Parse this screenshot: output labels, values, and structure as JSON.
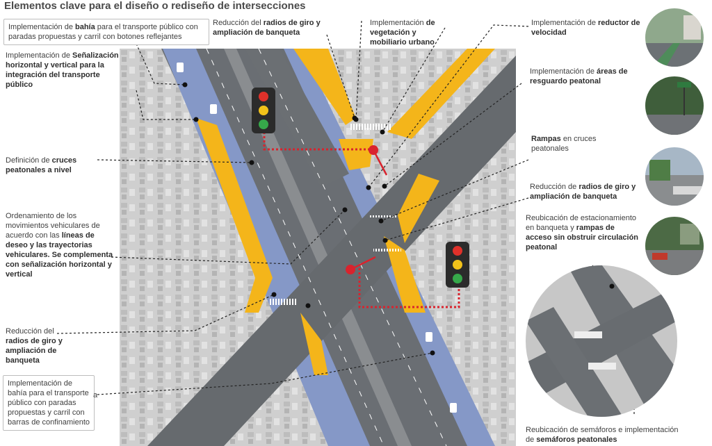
{
  "title": "Elementos clave para el diseño o rediseño de intersecciones",
  "labels": {
    "bahia_top": {
      "a": "Implementación de ",
      "b": "bahía",
      "c": " para el transporte público con paradas propuestas y carril con botones reflejantes"
    },
    "senalizacion": {
      "a": "Implementación de ",
      "b": "Señalización horizontal y vertical para la integración del transporte público"
    },
    "cruces": {
      "a": "Definición de ",
      "b": "cruces peatonales a nivel"
    },
    "ordenamiento": {
      "a": "Ordenamiento de los movimientos vehiculares de acuerdo con las ",
      "b": "líneas de deseo y las trayectorias vehiculares.",
      "c": " ",
      "d": "Se complementa con señalización horizontal y vertical"
    },
    "reduccion_left": {
      "a": "Reducción del ",
      "b": "radios de giro y ampliación de banqueta"
    },
    "bahia_bottom": {
      "a": "Implementación de ",
      "b": "bahía para el transporte público con paradas propuestas y carril con barras de confinamiento"
    },
    "stray_a": "a",
    "reduccion_top": {
      "a": "Reducción del ",
      "b": "radios de giro y ampliación de  banqueta"
    },
    "vegetacion": {
      "a": "Implementación ",
      "b": "de vegetación y mobiliario urbano"
    },
    "reductor": {
      "a": "Implementación de ",
      "b": "reductor de velocidad"
    },
    "areas": {
      "a": "Implementación de ",
      "b": "áreas de resguardo peatonal"
    },
    "rampas": {
      "a": "Rampas",
      "b": " en cruces peatonales"
    },
    "reduccion_right": {
      "a": "Reducción de ",
      "b": "radios de giro",
      "c": " ",
      "d": "y ampliación de banqueta"
    },
    "reubicacion_est": {
      "a": "Reubicación de estacionamiento en banqueta ",
      "b": "y ",
      "c": "rampas de acceso sin obstruir circulación peatonal"
    },
    "semaforos": {
      "a": "Reubicación de semáforos e implementación de ",
      "b": "semáforos peatonales"
    }
  },
  "colors": {
    "road": "#5f6368",
    "bus_lane": "#7f93c4",
    "sidewalk_ext": "#f4b51a",
    "pointer_red": "#d9232d",
    "aerial_bg": "#c9c9c9",
    "leader": "#222222"
  },
  "icons": [
    "traffic-light-icon",
    "traffic-light-icon",
    "bus-lane-marking-icon"
  ]
}
